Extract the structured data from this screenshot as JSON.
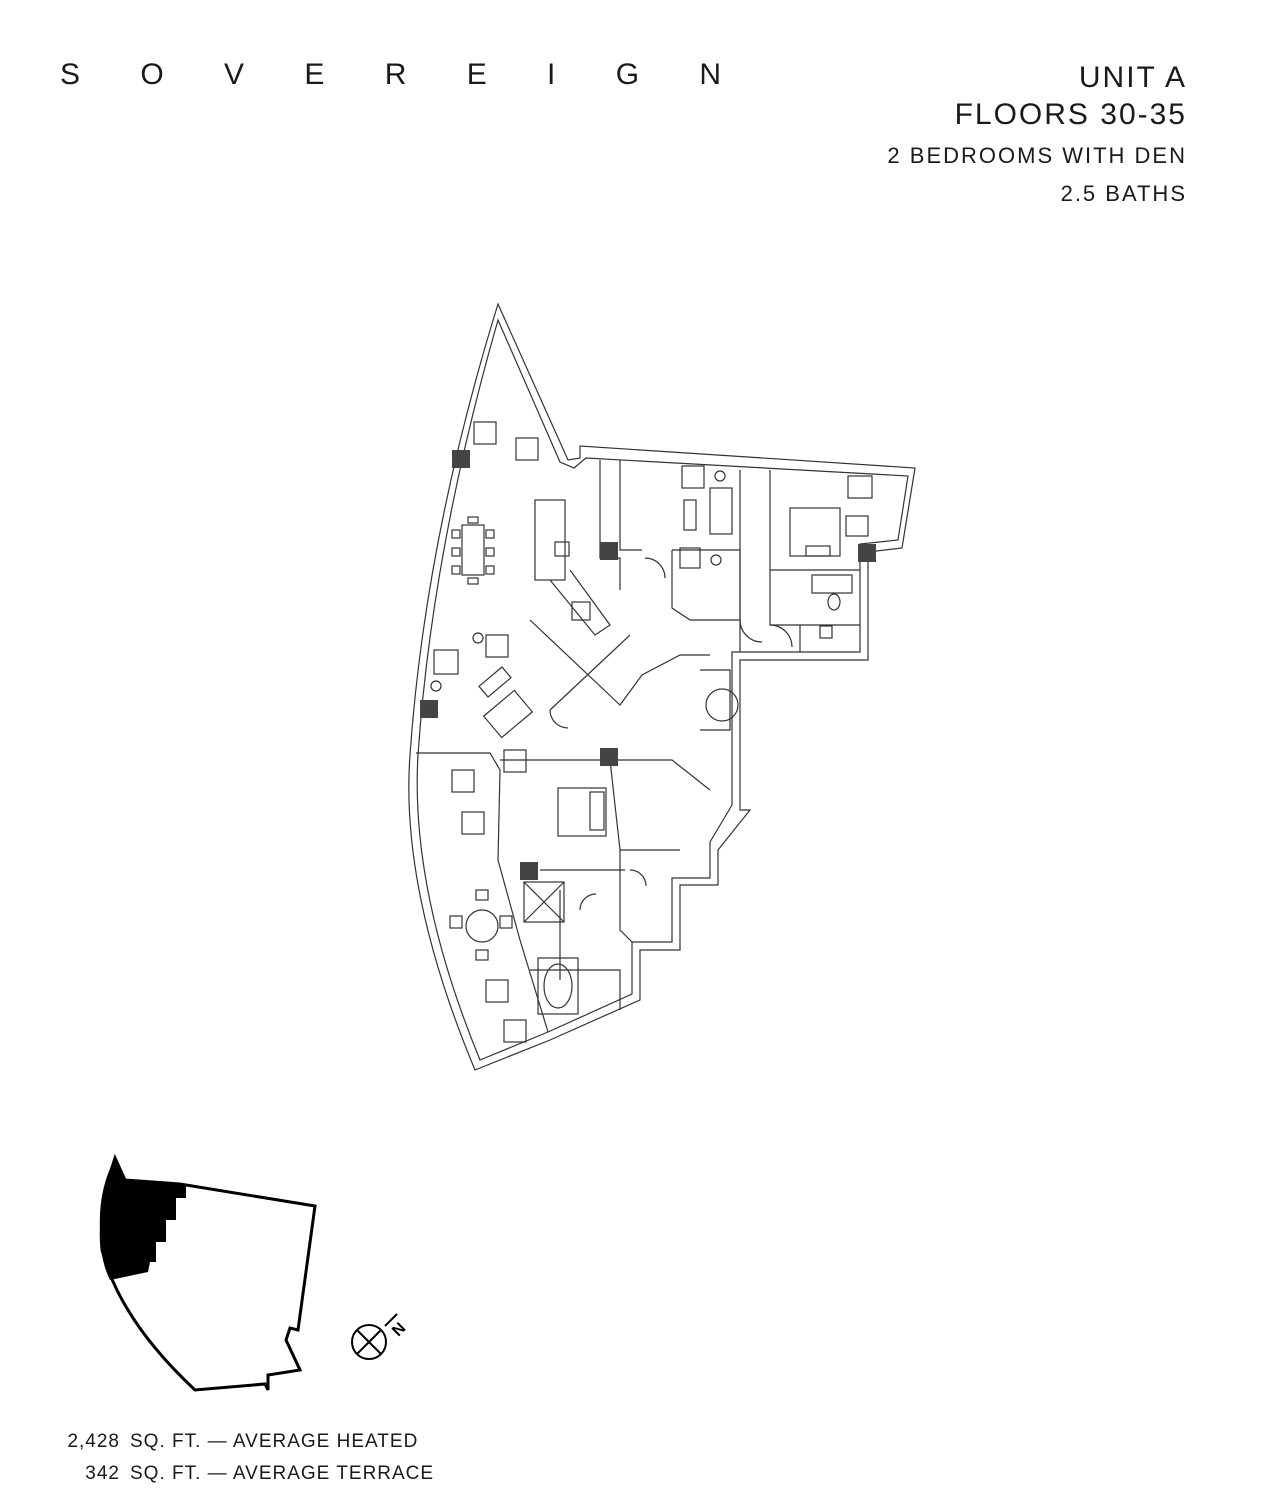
{
  "brand": "S O V E R E I G N",
  "unit": {
    "title": "UNIT A",
    "floors": "FLOORS 30-35",
    "bedrooms": "2 BEDROOMS WITH DEN",
    "baths": "2.5 BATHS"
  },
  "floor_plan": {
    "icon": "floor-plan-drawing"
  },
  "key_plan": {
    "icon": "building-key-plan",
    "highlight_color": "#000000"
  },
  "compass": {
    "icon": "north-arrow-icon",
    "label": "N"
  },
  "areas": [
    {
      "value": "2,428",
      "label": "SQ. FT. — AVERAGE HEATED"
    },
    {
      "value": "342",
      "label": "SQ. FT. — AVERAGE TERRACE"
    }
  ]
}
